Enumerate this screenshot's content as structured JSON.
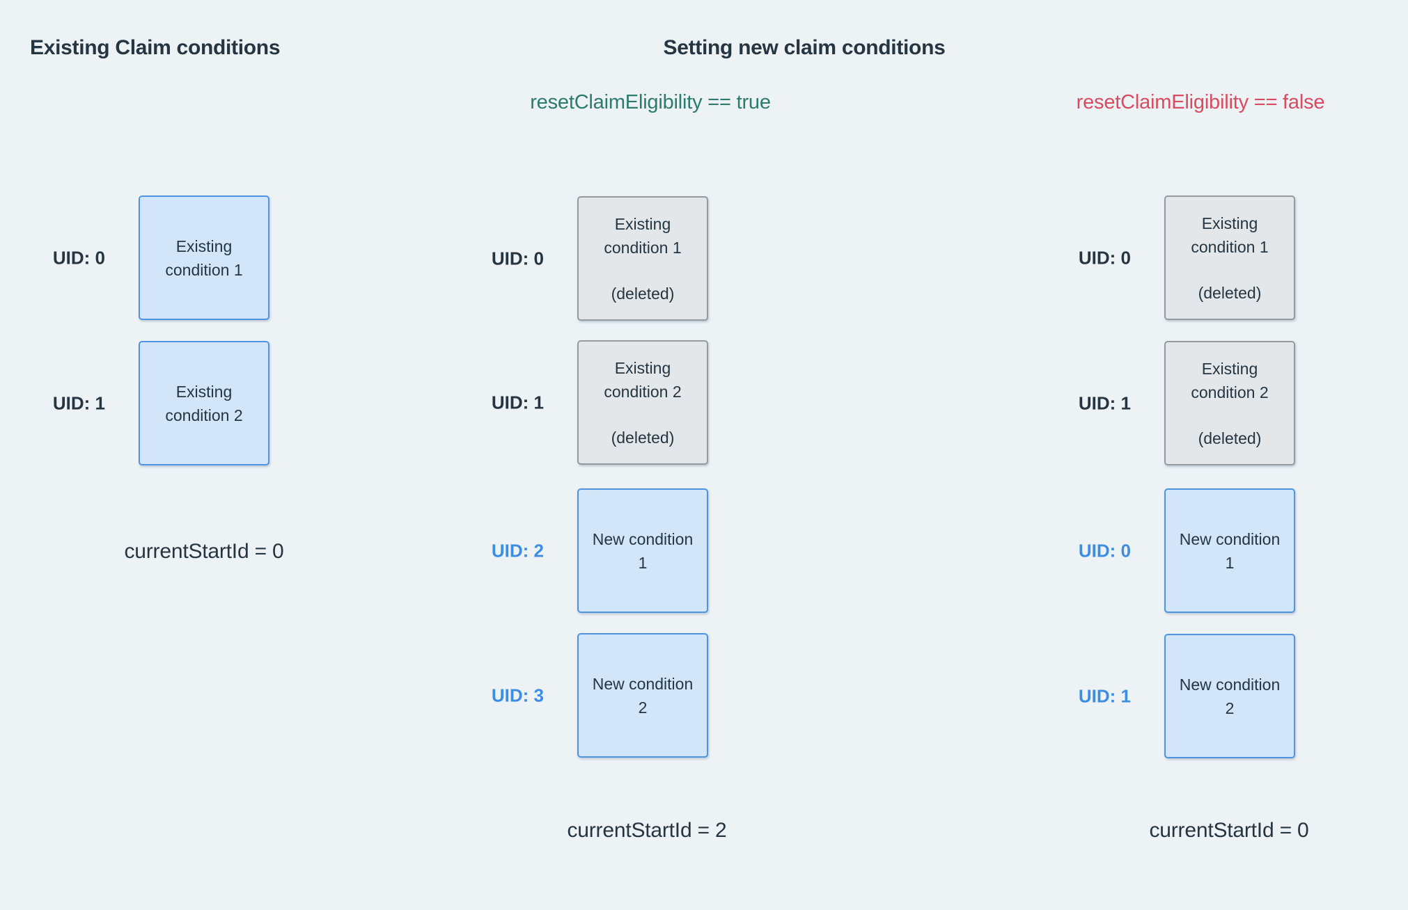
{
  "headings": {
    "existing": "Existing Claim conditions",
    "setting": "Setting new claim conditions"
  },
  "modes": {
    "reset_true": "resetClaimEligibility == true",
    "reset_false": "resetClaimEligibility == false"
  },
  "columns": [
    {
      "id": "existing-claim-conditions",
      "boxes": [
        {
          "uid": "UID: 0",
          "label": "Existing condition 1"
        },
        {
          "uid": "UID: 1",
          "label": "Existing condition 2"
        }
      ],
      "footer": "currentStartId = 0"
    },
    {
      "id": "reset-eligibility-true",
      "boxes": [
        {
          "uid": "UID: 0",
          "label": "Existing condition 1",
          "status": "(deleted)"
        },
        {
          "uid": "UID: 1",
          "label": "Existing condition 2",
          "status": "(deleted)"
        },
        {
          "uid": "UID: 2",
          "label": "New condition 1"
        },
        {
          "uid": "UID: 3",
          "label": "New condition 2"
        }
      ],
      "footer": "currentStartId = 2"
    },
    {
      "id": "reset-eligibility-false",
      "boxes": [
        {
          "uid": "UID: 0",
          "label": "Existing condition 1",
          "status": "(deleted)"
        },
        {
          "uid": "UID: 1",
          "label": "Existing condition 2",
          "status": "(deleted)"
        },
        {
          "uid": "UID: 0",
          "label": "New condition 1"
        },
        {
          "uid": "UID: 1",
          "label": "New condition 2"
        }
      ],
      "footer": "currentStartId = 0"
    }
  ],
  "colors": {
    "background": "#edf2f5",
    "text_dark": "#253541",
    "uid_blue": "#3d8de4",
    "box_blue_fill": "#d3e5f8",
    "box_blue_border": "#4f94e2",
    "box_gray_fill": "#e4e7e9",
    "box_gray_border": "#939ba1",
    "mode_true_green": "#2b7c6c",
    "mode_false_red": "#d84b60"
  }
}
